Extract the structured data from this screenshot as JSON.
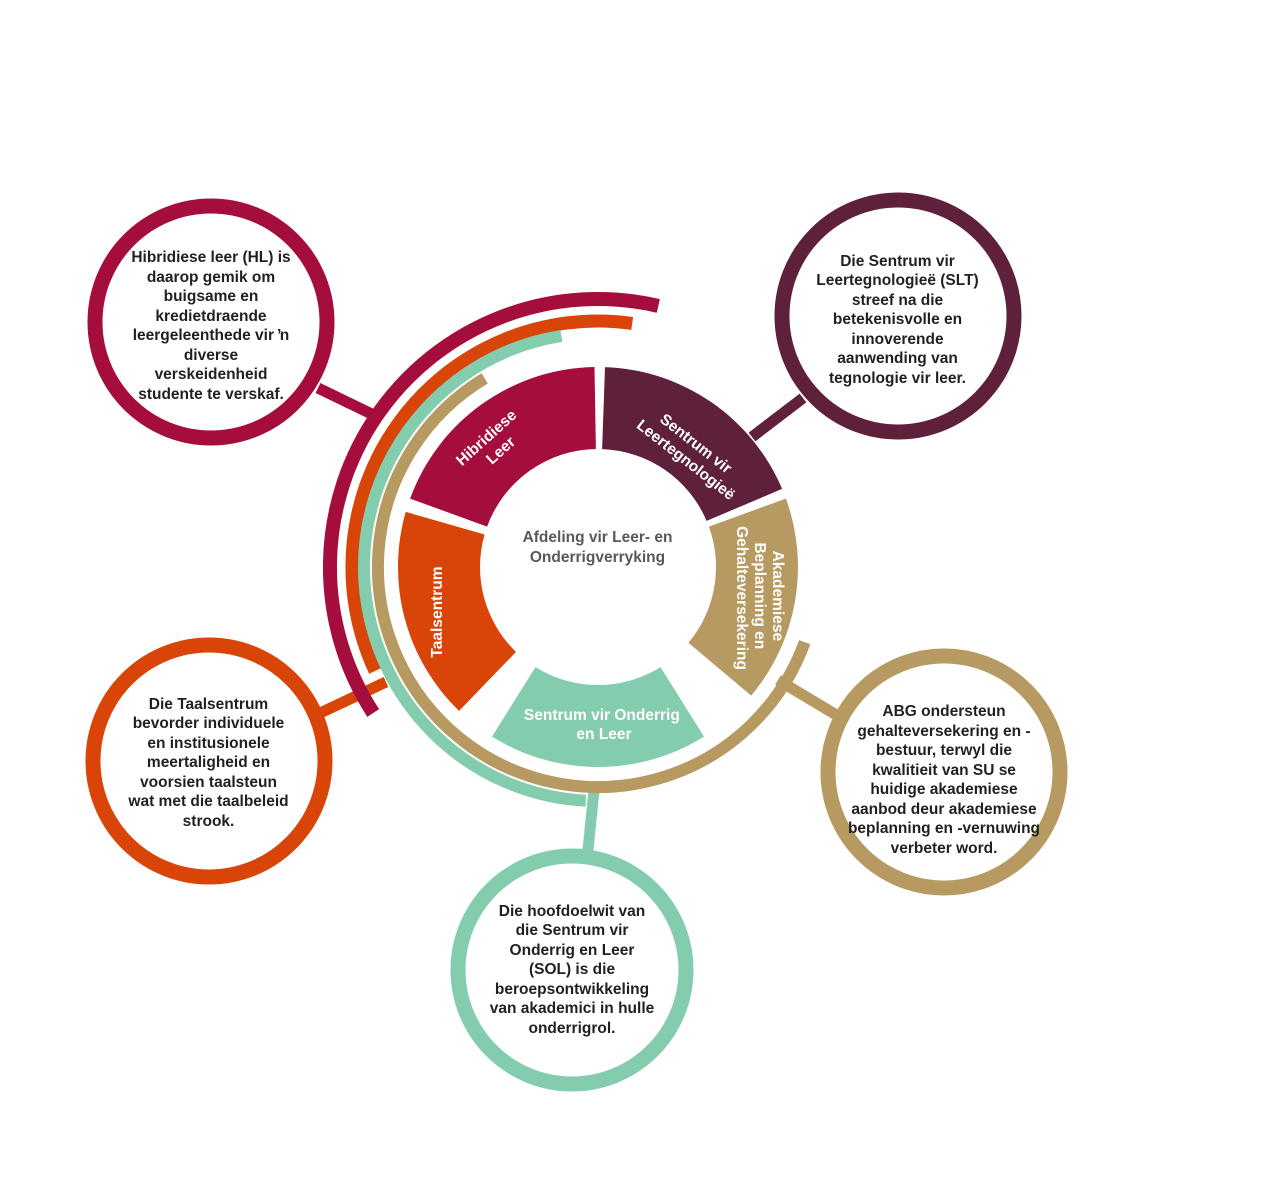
{
  "colors": {
    "hybrid": "#a50d3c",
    "slt": "#5e203a",
    "abg": "#b79a62",
    "sol": "#84ccae",
    "taal": "#d94408",
    "center_text": "#58595b",
    "body_text": "#231f20"
  },
  "center": {
    "title": "Afdeling vir Leer- en Onderrigverryking"
  },
  "segments": {
    "hybrid": {
      "line1": "Hibridiese",
      "line2": "Leer"
    },
    "slt": {
      "line1": "Sentrum vir",
      "line2": "Leertegnologieë"
    },
    "abg": {
      "line1": "Akademiese",
      "line2": "Beplanning en",
      "line3": "Gehalteversekering"
    },
    "sol": {
      "line1": "Sentrum vir Onderrig",
      "line2": "en Leer"
    },
    "taal": {
      "line1": "Taalsentrum"
    }
  },
  "bubbles": {
    "hybrid": "Hibridiese leer (HL) is daarop gemik om buigsame en kredietdraende leergeleenthede vir ŉ diverse verskeidenheid studente te verskaf.",
    "slt": "Die Sentrum vir Leertegnologieë (SLT) streef na die betekenisvolle en innoverende aanwending van tegnologie vir leer.",
    "abg": "ABG ondersteun gehalteversekering en -bestuur, terwyl die kwalitieit van SU se huidige akademiese aanbod deur akademiese beplanning en -vernuwing verbeter word.",
    "sol": "Die hoofdoelwit van die Sentrum vir Onderrig en Leer (SOL) is die beroepsontwikkeling van akademici in hulle onderrigrol.",
    "taal": "Die Taalsentrum bevorder individuele en institusionele meertaligheid en voorsien taalsteun wat met die taalbeleid strook."
  }
}
